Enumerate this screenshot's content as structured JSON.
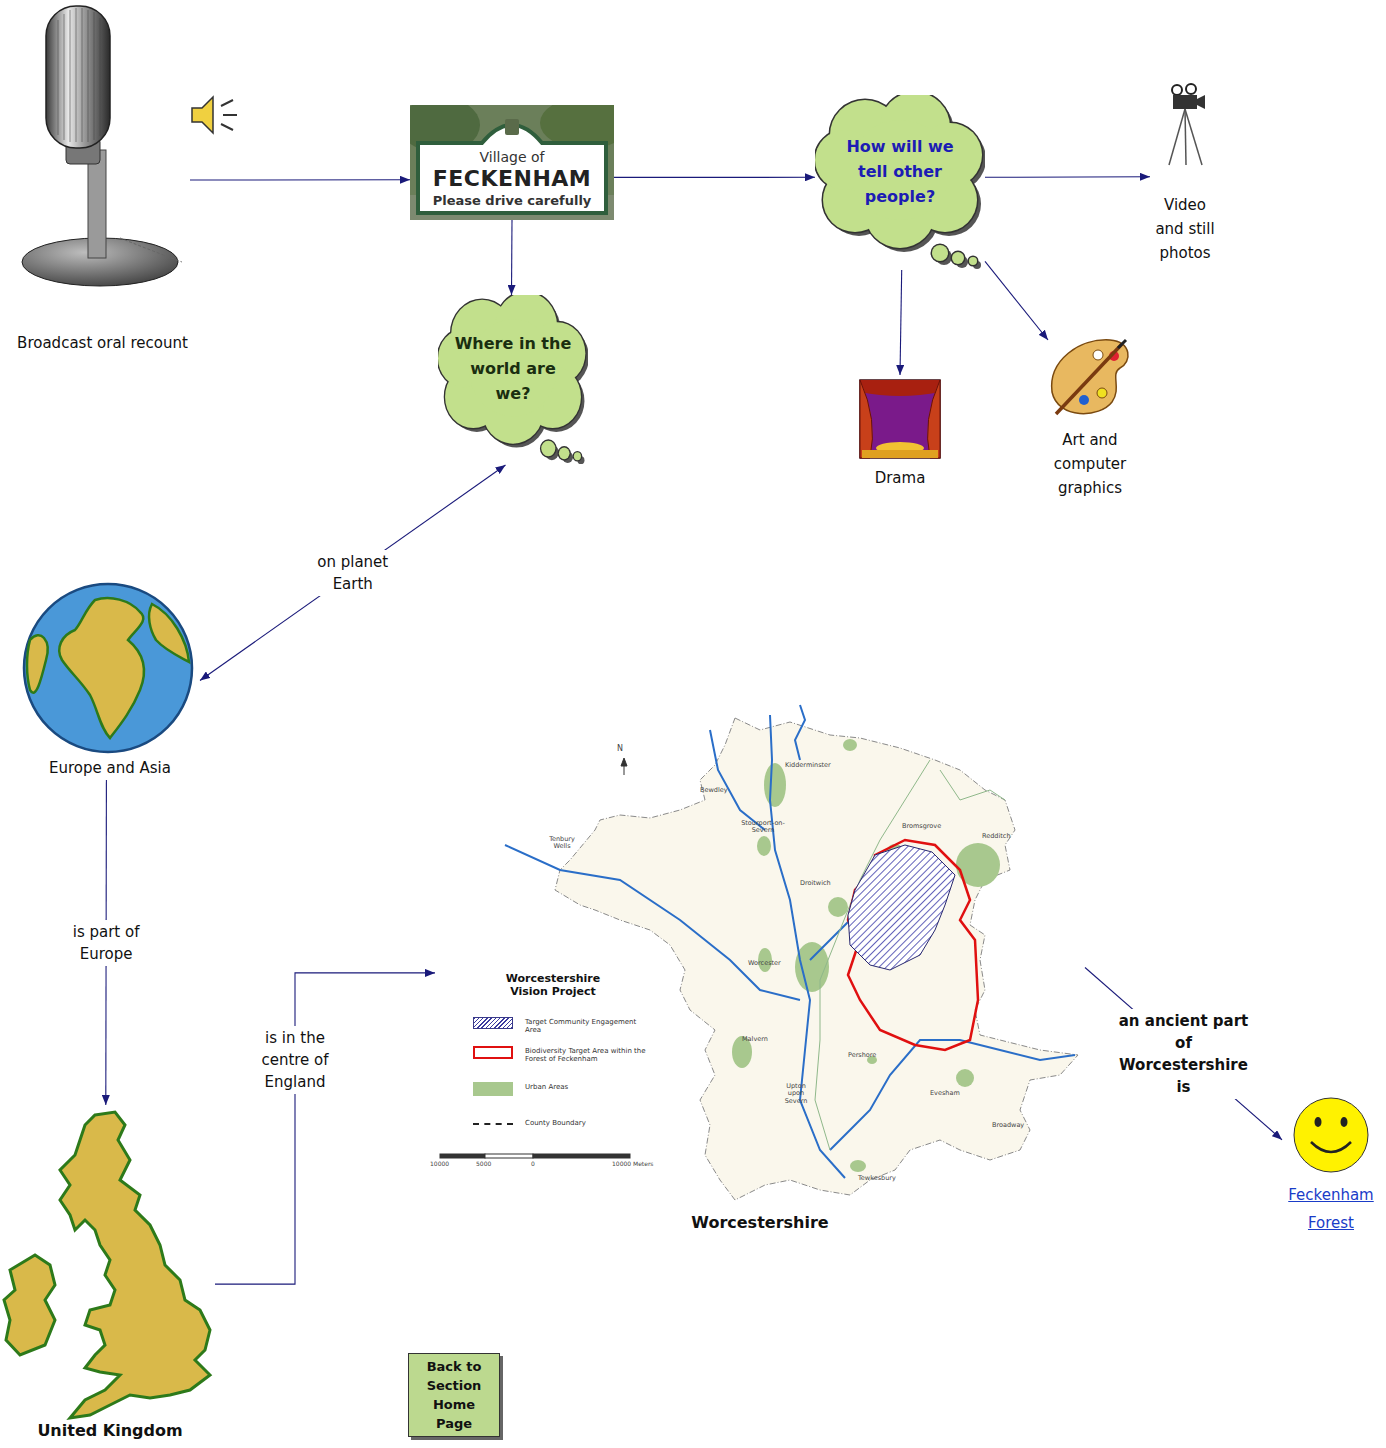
{
  "diagram": {
    "nodes": [
      {
        "text": [
          "Broadcast oral recount"
        ]
      },
      {
        "text": [
          "Village of",
          "FECKENHAM",
          "Please drive carefully"
        ]
      },
      {
        "text": [
          "How will we tell other people?"
        ]
      },
      {
        "text": [
          "Video and still photos"
        ]
      },
      {
        "text": [
          "Where in the world are we?"
        ]
      },
      {
        "text": [
          "Drama"
        ]
      },
      {
        "text": [
          "Art and computer graphics"
        ]
      },
      {
        "text": [
          "Europe and Asia"
        ]
      },
      {
        "text": [
          "United Kingdom"
        ]
      },
      {
        "text": [
          "Worcestershire"
        ]
      },
      {
        "text": [
          "Feckenham Forest"
        ]
      },
      {
        "text": [
          "Back to Section Home Page"
        ]
      }
    ],
    "edges": [
      {
        "from": 0,
        "to": 1,
        "arrow": "to"
      },
      {
        "from": 1,
        "to": 2,
        "arrow": "to"
      },
      {
        "from": 1,
        "to": 4,
        "arrow": "to"
      },
      {
        "from": 2,
        "to": 3,
        "arrow": "to"
      },
      {
        "from": 2,
        "to": 5,
        "arrow": "to"
      },
      {
        "from": 2,
        "to": 6,
        "arrow": "to"
      },
      {
        "from": 4,
        "to": 7,
        "label": "on planet Earth",
        "arrow": "both"
      },
      {
        "from": 7,
        "to": 8,
        "label": "is part of Europe",
        "arrow": "to"
      },
      {
        "from": 8,
        "to": 9,
        "label": "is in the centre of England",
        "arrow": "to"
      },
      {
        "from": 9,
        "to": 10,
        "label": "an ancient part of Worcestershire is",
        "arrow": "to"
      }
    ],
    "labels": [
      "N",
      "Worcestershire Vision Project",
      "Kidderminster",
      "Bewdley",
      "Stourport-on-Severn",
      "Tenbury Wells",
      "Bromsgrove",
      "Redditch",
      "Droitwich",
      "Worcester",
      "Malvern",
      "Pershore",
      "Upton upon Severn",
      "Evesham",
      "Broadway",
      "Tewkesbury",
      "10000",
      "5000",
      "0",
      "10000 Meters"
    ],
    "legend": [
      {
        "text": "Target Community Engagement Area"
      },
      {
        "text": "Biodiversity Target Area within the Forest of Feckenham"
      },
      {
        "text": "Urban Areas",
        "color": "#a8c88e"
      },
      {
        "text": "County Boundary"
      }
    ]
  }
}
